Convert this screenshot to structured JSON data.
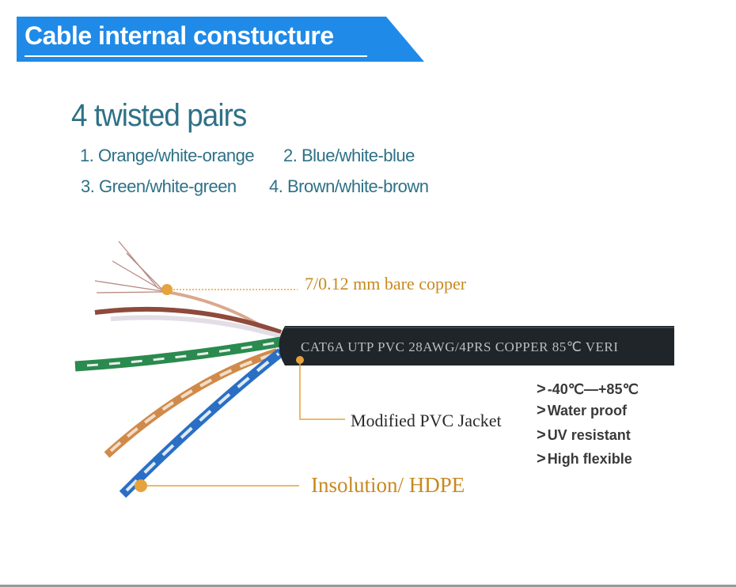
{
  "banner": {
    "title": "Cable internal constucture",
    "color": "#1f8ae8"
  },
  "heading": "4 twisted pairs",
  "pairs": [
    "1. Orange/white-orange",
    "2. Blue/white-blue",
    "3. Green/white-green",
    "4. Brown/white-brown"
  ],
  "cable": {
    "jacket_print": "CAT6A UTP PVC 28AWG/4PRS COPPER 85℃ VERI",
    "jacket_color": "#1f2529"
  },
  "callouts": {
    "conductor": "7/0.12 mm bare copper",
    "jacket": "Modified PVC Jacket",
    "insulation": "Insolution/ HDPE",
    "accent_color": "#e6a23c"
  },
  "features": {
    "arrow": ">",
    "items": [
      "-40℃—+85℃",
      "Water proof",
      "UV resistant",
      "High flexible"
    ]
  }
}
